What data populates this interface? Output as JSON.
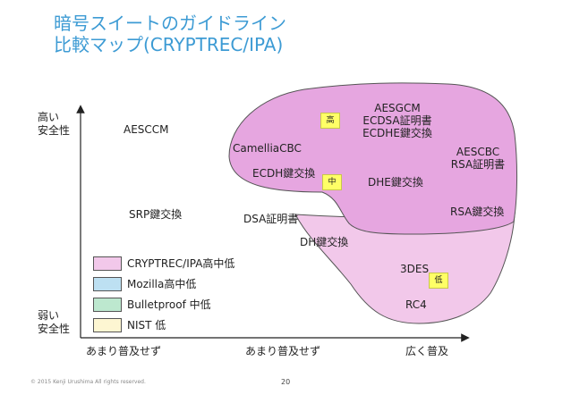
{
  "title": {
    "line1": "暗号スイートのガイドライン",
    "line2": "比較マップ(CRYPTREC/IPA)"
  },
  "axis": {
    "y_high": [
      "高い",
      "安全性"
    ],
    "y_low": [
      "弱い",
      "安全性"
    ],
    "x_labels": [
      "あまり普及せず",
      "あまり普及せず",
      "広く普及"
    ]
  },
  "suites": {
    "aescbc": [
      "AESCBC",
      "RSA証明書"
    ],
    "aesgcm": [
      "AESGCM",
      "ECDSA証明書",
      "ECDHE鍵交換"
    ],
    "camellia": "CamelliaCBC",
    "ecdh": "ECDH鍵交換",
    "dhe": "DHE鍵交換",
    "rsa_kx": "RSA鍵交換",
    "dsa": "DSA証明書",
    "dh": "DH鍵交換",
    "aesccm": "AESCCM",
    "srp": "SRP鍵交換",
    "tdes": "3DES",
    "rc4": "RC4"
  },
  "badges": {
    "high": "高",
    "mid": "中",
    "low": "低"
  },
  "legend": [
    {
      "label": "CRYPTREC/IPA高中低",
      "color": "#f2c8ea"
    },
    {
      "label": "Mozilla高中低",
      "color": "#bde0f2"
    },
    {
      "label": "Bulletproof 中低",
      "color": "#bde8cf"
    },
    {
      "label": "NIST 低",
      "color": "#fdf6d2"
    }
  ],
  "colors": {
    "title": "#3d9bd4",
    "region_outer": "#f2c8ea",
    "region_inner": "#e6a6e0",
    "badge": "#ffff66"
  },
  "footer": "© 2015 Kenji Urushima All rights reserved.",
  "page_number": "20"
}
